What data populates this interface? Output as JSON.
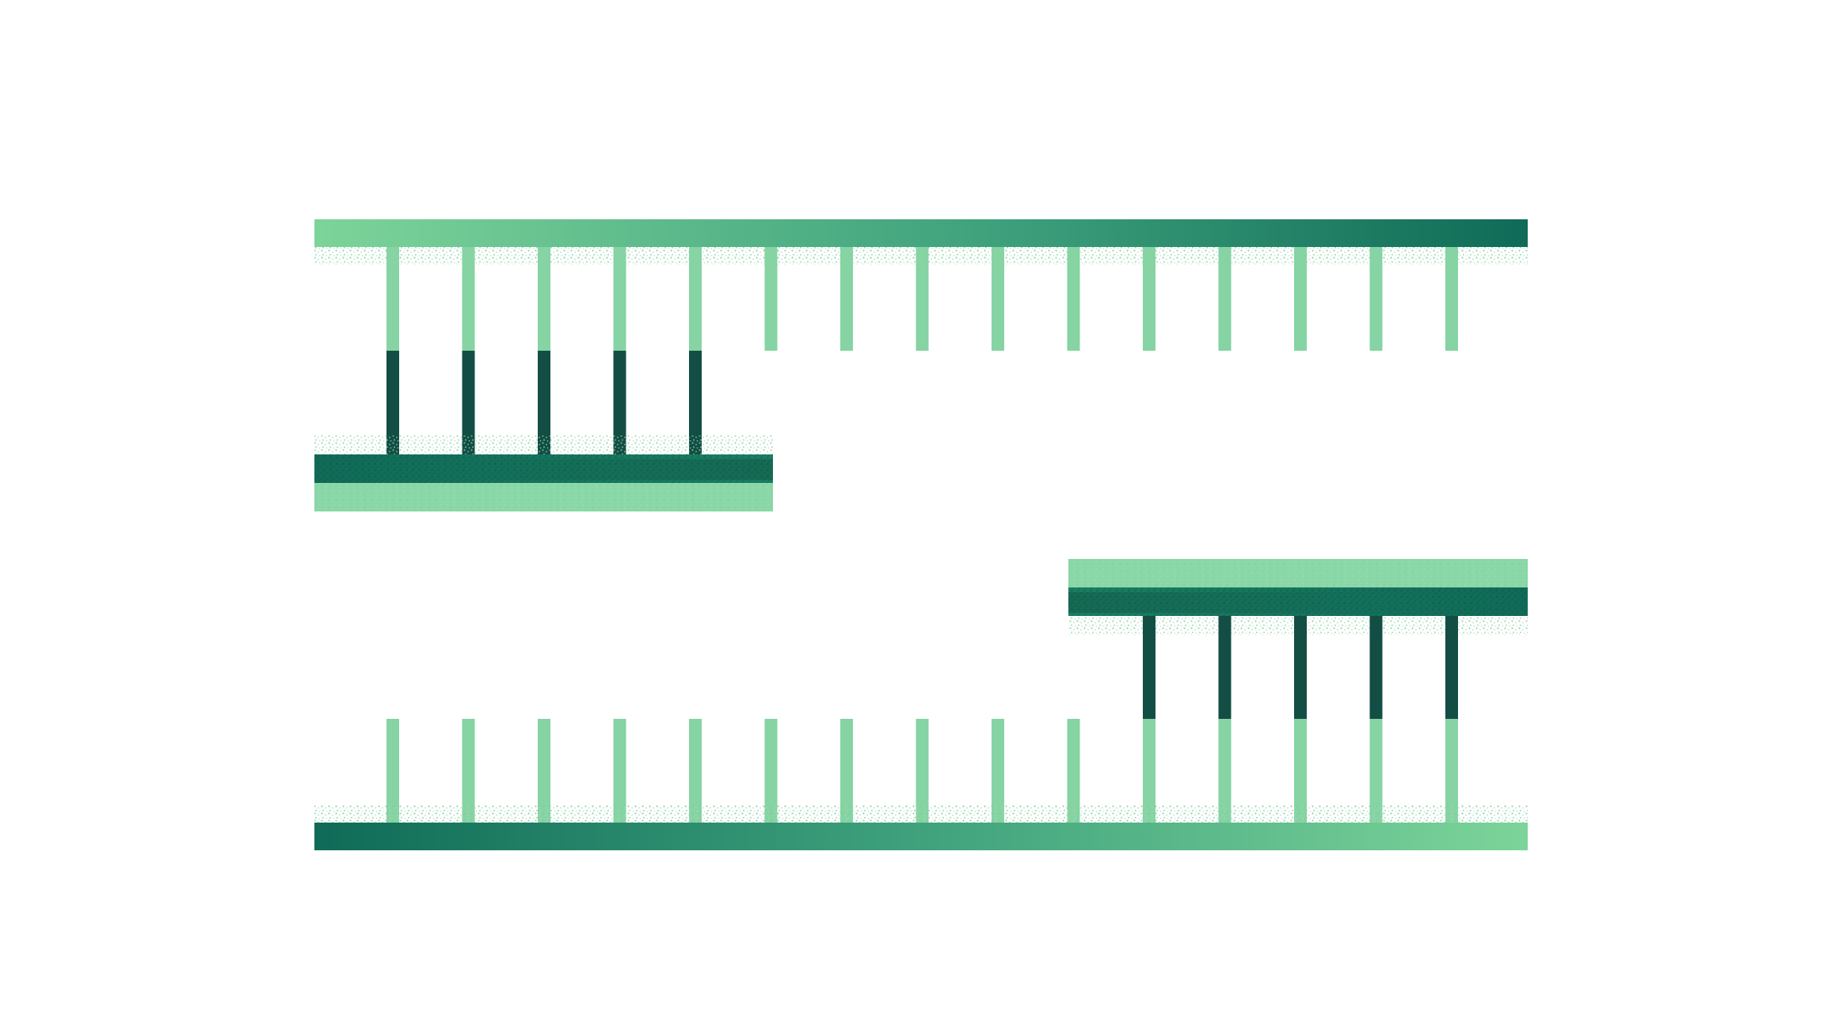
{
  "diagram": {
    "kind": "dna-primer-annealing",
    "top_strand": {
      "orientation": "top",
      "gradient": "light-to-dark",
      "rung_count": 15
    },
    "top_primer": {
      "rungs_paired": 5,
      "position": "left"
    },
    "bottom_strand": {
      "orientation": "bottom",
      "gradient": "dark-to-light",
      "rung_count": 15
    },
    "bottom_primer": {
      "rungs_paired": 5,
      "position": "right"
    }
  },
  "colors": {
    "background": "#ffffff",
    "light_green": "#7dd49a",
    "mid_green": "#5bb68a",
    "teal": "#1e8a70",
    "dark_teal": "#0f6b57",
    "darkest": "#134e45",
    "rung_light": "#86d3a3",
    "stipple": "#8fd4a8"
  }
}
